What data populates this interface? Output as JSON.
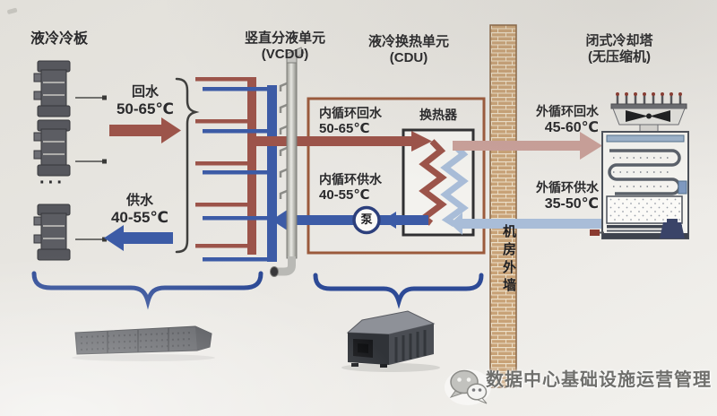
{
  "titles": {
    "cold_plate": "液冷冷板",
    "vcdu": {
      "line1": "竖直分液单元",
      "line2": "(VCDU)"
    },
    "cdu": {
      "line1": "液冷换热单元",
      "line2": "(CDU)"
    },
    "tower": {
      "line1": "闭式冷却塔",
      "line2": "(无压缩机)"
    }
  },
  "flows": {
    "return_water": {
      "label": "回水",
      "temp": "50-65℃"
    },
    "supply_water": {
      "label": "供水",
      "temp": "40-55℃"
    },
    "inner_loop_return": {
      "label": "内循环回水",
      "temp": "50-65℃"
    },
    "inner_loop_supply": {
      "label": "内循环供水",
      "temp": "40-55℃"
    },
    "outer_loop_return": {
      "label": "外循环回水",
      "temp": "45-60℃"
    },
    "outer_loop_supply": {
      "label": "外循环供水",
      "temp": "35-50℃"
    }
  },
  "components": {
    "heat_exchanger": "换热器",
    "pump": "泵",
    "wall": "机房外墙",
    "server_ellipsis": "···"
  },
  "watermark": {
    "icon": "wechat-icon",
    "text": "数据中心基础设施运营管理"
  },
  "colors": {
    "hot_pipe": "#9c544a",
    "cold_pipe": "#3c5ba6",
    "outer_return_pink": "#c9a099",
    "outer_supply_lightblue": "#a9bdd8",
    "cdu_outline": "#9b5a3c",
    "wall_brick": "#c8a277",
    "brace_blue": "#2d4a96",
    "background": "#eae8e3"
  }
}
